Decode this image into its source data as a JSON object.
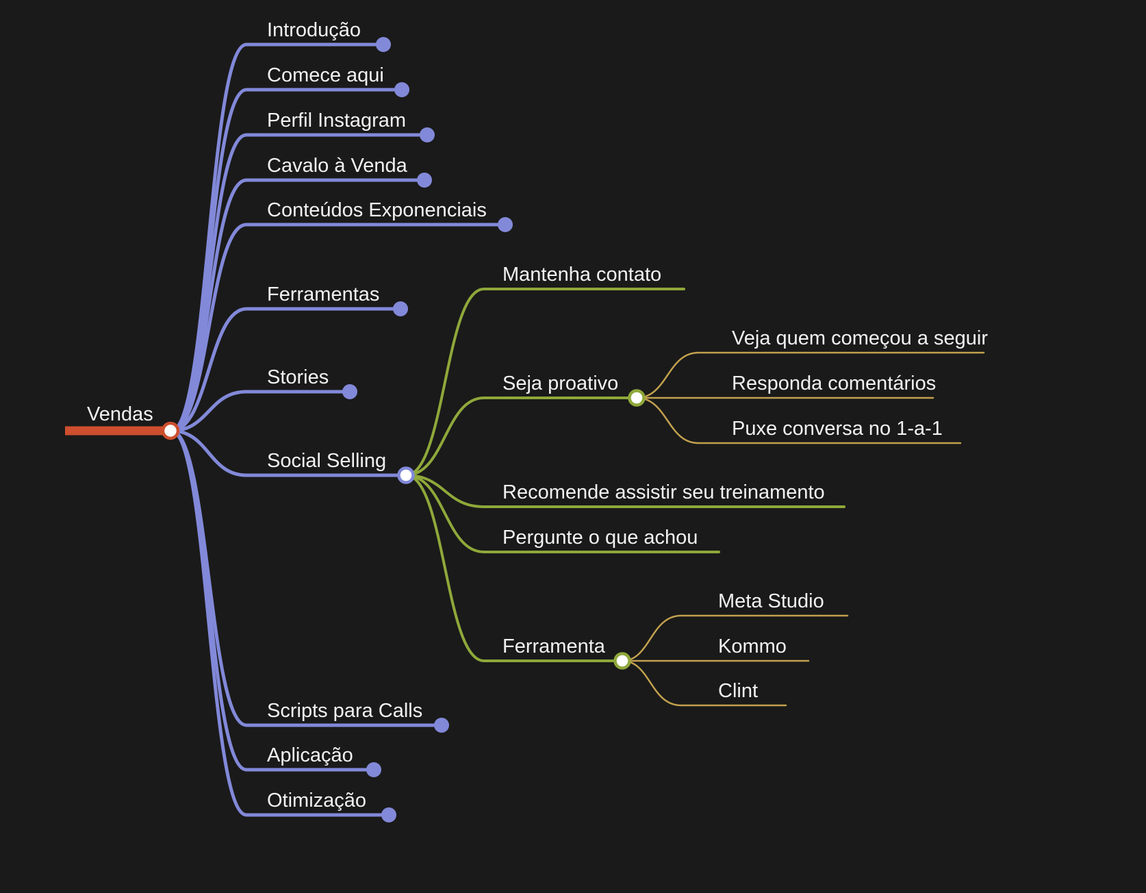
{
  "colors": {
    "background": "#1a1a1a",
    "text": "#f2f2f2",
    "root": "#cd4f2e",
    "level1": "#8289d9",
    "level2": "#8fa83a",
    "level3": "#c2a14e",
    "node_fill": "#ffffff"
  },
  "tree": {
    "label": "Vendas",
    "children": [
      {
        "label": "Introdução"
      },
      {
        "label": "Comece aqui"
      },
      {
        "label": "Perfil Instagram"
      },
      {
        "label": "Cavalo à Venda"
      },
      {
        "label": "Conteúdos Exponenciais"
      },
      {
        "label": "Ferramentas"
      },
      {
        "label": "Stories"
      },
      {
        "label": "Social Selling",
        "children": [
          {
            "label": "Mantenha contato"
          },
          {
            "label": "Seja proativo",
            "children": [
              {
                "label": "Veja quem começou a seguir"
              },
              {
                "label": "Responda comentários"
              },
              {
                "label": "Puxe conversa no 1-a-1"
              }
            ]
          },
          {
            "label": "Recomende assistir seu treinamento"
          },
          {
            "label": "Pergunte o que achou"
          },
          {
            "label": "Ferramenta",
            "children": [
              {
                "label": "Meta Studio"
              },
              {
                "label": "Kommo"
              },
              {
                "label": "Clint"
              }
            ]
          }
        ]
      },
      {
        "label": "Scripts para Calls"
      },
      {
        "label": "Aplicação"
      },
      {
        "label": "Otimização"
      }
    ]
  }
}
